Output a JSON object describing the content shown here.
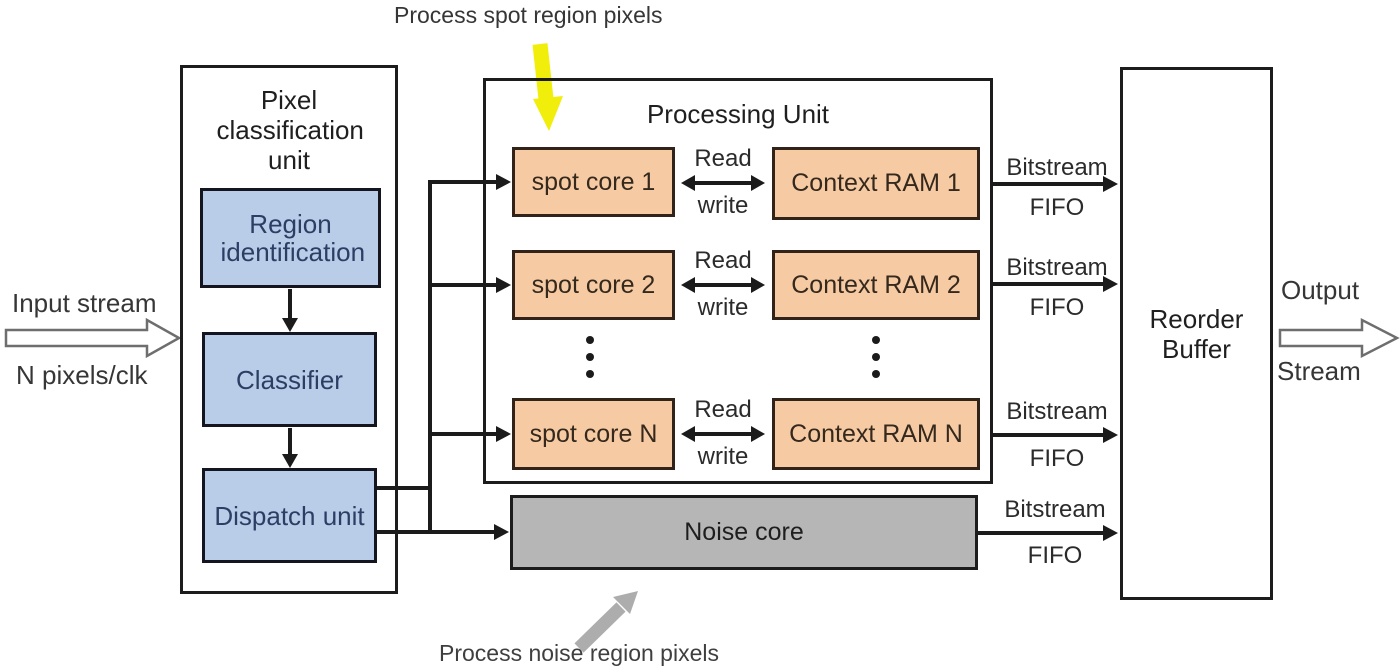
{
  "colors": {
    "background": "#ffffff",
    "line": "#1b1b1b",
    "blue_fill": "#b9cde8",
    "blue_text": "#2c3e64",
    "orange_fill": "#f6cba4",
    "orange_text": "#35281c",
    "gray_fill": "#b6b6b6",
    "yellow_arrow": "#f1ee0c",
    "gray_arrow": "#adadad"
  },
  "annotations": {
    "process_spot": "Process spot region pixels",
    "process_noise": "Process noise region pixels"
  },
  "input": {
    "label": "Input stream",
    "rate": "N pixels/clk"
  },
  "output": {
    "line1": "Output",
    "line2": "Stream"
  },
  "pixel_classification_unit": {
    "title": "Pixel classification unit",
    "region_identification": "Region identification",
    "classifier": "Classifier",
    "dispatch_unit": "Dispatch unit"
  },
  "processing_unit": {
    "title": "Processing Unit",
    "rows": [
      {
        "core": "spot core 1",
        "ram": "Context RAM 1",
        "read": "Read",
        "write": "write",
        "bitstream": "Bitstream",
        "fifo": "FIFO"
      },
      {
        "core": "spot core 2",
        "ram": "Context RAM 2",
        "read": "Read",
        "write": "write",
        "bitstream": "Bitstream",
        "fifo": "FIFO"
      },
      {
        "core": "spot core N",
        "ram": "Context RAM N",
        "read": "Read",
        "write": "write",
        "bitstream": "Bitstream",
        "fifo": "FIFO"
      }
    ]
  },
  "noise_core": {
    "label": "Noise core",
    "bitstream": "Bitstream",
    "fifo": "FIFO"
  },
  "reorder_buffer": {
    "title": "Reorder Buffer"
  }
}
